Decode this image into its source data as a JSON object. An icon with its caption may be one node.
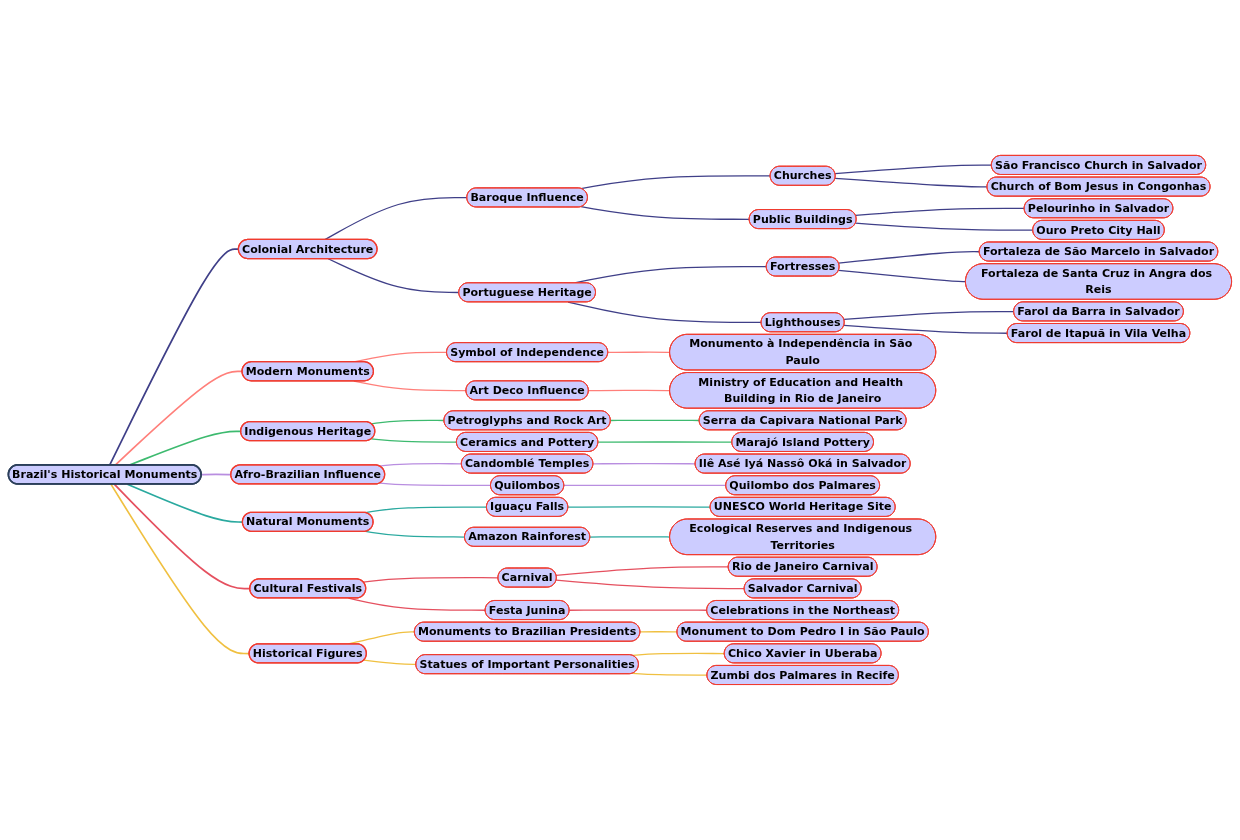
{
  "diagram": {
    "nodes": [
      {
        "text": [
          "Brazil's Historical Monuments"
        ]
      },
      {
        "text": [
          "Colonial Architecture"
        ]
      },
      {
        "text": [
          "Baroque Influence"
        ]
      },
      {
        "text": [
          "Churches"
        ]
      },
      {
        "text": [
          "São Francisco Church in Salvador"
        ]
      },
      {
        "text": [
          "Church of Bom Jesus in Congonhas"
        ]
      },
      {
        "text": [
          "Public Buildings"
        ]
      },
      {
        "text": [
          "Pelourinho in Salvador"
        ]
      },
      {
        "text": [
          "Ouro Preto City Hall"
        ]
      },
      {
        "text": [
          "Portuguese Heritage"
        ]
      },
      {
        "text": [
          "Fortresses"
        ]
      },
      {
        "text": [
          "Fortaleza de São Marcelo in Salvador"
        ]
      },
      {
        "text": [
          "Fortaleza de Santa Cruz in Angra dos Reis"
        ]
      },
      {
        "text": [
          "Lighthouses"
        ]
      },
      {
        "text": [
          "Farol da Barra in Salvador"
        ]
      },
      {
        "text": [
          "Farol de Itapuã in Vila Velha"
        ]
      },
      {
        "text": [
          "Modern Monuments"
        ]
      },
      {
        "text": [
          "Symbol of Independence"
        ]
      },
      {
        "text": [
          "Monumento à Independência in São Paulo"
        ]
      },
      {
        "text": [
          "Art Deco Influence"
        ]
      },
      {
        "text": [
          "Ministry of Education and Health Building in Rio de Janeiro"
        ]
      },
      {
        "text": [
          "Indigenous Heritage"
        ]
      },
      {
        "text": [
          "Petroglyphs and Rock Art"
        ]
      },
      {
        "text": [
          "Serra da Capivara National Park"
        ]
      },
      {
        "text": [
          "Ceramics and Pottery"
        ]
      },
      {
        "text": [
          "Marajó Island Pottery"
        ]
      },
      {
        "text": [
          "Afro-Brazilian Influence"
        ]
      },
      {
        "text": [
          "Candomblé Temples"
        ]
      },
      {
        "text": [
          "Ilê Asé Iyá Nassô Oká in Salvador"
        ]
      },
      {
        "text": [
          "Quilombos"
        ]
      },
      {
        "text": [
          "Quilombo dos Palmares"
        ]
      },
      {
        "text": [
          "Natural Monuments"
        ]
      },
      {
        "text": [
          "Iguaçu Falls"
        ]
      },
      {
        "text": [
          "UNESCO World Heritage Site"
        ]
      },
      {
        "text": [
          "Amazon Rainforest"
        ]
      },
      {
        "text": [
          "Ecological Reserves and Indigenous Territories"
        ]
      },
      {
        "text": [
          "Cultural Festivals"
        ]
      },
      {
        "text": [
          "Carnival"
        ]
      },
      {
        "text": [
          "Rio de Janeiro Carnival"
        ]
      },
      {
        "text": [
          "Salvador Carnival"
        ]
      },
      {
        "text": [
          "Festa Junina"
        ]
      },
      {
        "text": [
          "Celebrations in the Northeast"
        ]
      },
      {
        "text": [
          "Historical Figures"
        ]
      },
      {
        "text": [
          "Monuments to Brazilian Presidents"
        ]
      },
      {
        "text": [
          "Monument to Dom Pedro I in São Paulo"
        ]
      },
      {
        "text": [
          "Statues of Important Personalities"
        ]
      },
      {
        "text": [
          "Chico Xavier in Uberaba"
        ]
      },
      {
        "text": [
          "Zumbi dos Palmares in Recife"
        ]
      }
    ],
    "edges": [
      {
        "from": 0,
        "to": 1,
        "arrow": "none",
        "color": "#3f3f88"
      },
      {
        "from": 1,
        "to": 2,
        "arrow": "none",
        "color": "#3f3f88"
      },
      {
        "from": 2,
        "to": 3,
        "arrow": "none",
        "color": "#3f3f88"
      },
      {
        "from": 3,
        "to": 4,
        "arrow": "none",
        "color": "#3f3f88"
      },
      {
        "from": 3,
        "to": 5,
        "arrow": "none",
        "color": "#3f3f88"
      },
      {
        "from": 2,
        "to": 6,
        "arrow": "none",
        "color": "#3f3f88"
      },
      {
        "from": 6,
        "to": 7,
        "arrow": "none",
        "color": "#3f3f88"
      },
      {
        "from": 6,
        "to": 8,
        "arrow": "none",
        "color": "#3f3f88"
      },
      {
        "from": 1,
        "to": 9,
        "arrow": "none",
        "color": "#3f3f88"
      },
      {
        "from": 9,
        "to": 10,
        "arrow": "none",
        "color": "#3f3f88"
      },
      {
        "from": 10,
        "to": 11,
        "arrow": "none",
        "color": "#3f3f88"
      },
      {
        "from": 10,
        "to": 12,
        "arrow": "none",
        "color": "#3f3f88"
      },
      {
        "from": 9,
        "to": 13,
        "arrow": "none",
        "color": "#3f3f88"
      },
      {
        "from": 13,
        "to": 14,
        "arrow": "none",
        "color": "#3f3f88"
      },
      {
        "from": 13,
        "to": 15,
        "arrow": "none",
        "color": "#3f3f88"
      },
      {
        "from": 0,
        "to": 16,
        "arrow": "none",
        "color": "#ff7f7a"
      },
      {
        "from": 16,
        "to": 17,
        "arrow": "none",
        "color": "#ff7f7a"
      },
      {
        "from": 17,
        "to": 18,
        "arrow": "none",
        "color": "#ff7f7a"
      },
      {
        "from": 16,
        "to": 19,
        "arrow": "none",
        "color": "#ff7f7a"
      },
      {
        "from": 19,
        "to": 20,
        "arrow": "none",
        "color": "#ff7f7a"
      },
      {
        "from": 0,
        "to": 21,
        "arrow": "none",
        "color": "#3dba6f"
      },
      {
        "from": 21,
        "to": 22,
        "arrow": "none",
        "color": "#3dba6f"
      },
      {
        "from": 22,
        "to": 23,
        "arrow": "none",
        "color": "#3dba6f"
      },
      {
        "from": 21,
        "to": 24,
        "arrow": "none",
        "color": "#3dba6f"
      },
      {
        "from": 24,
        "to": 25,
        "arrow": "none",
        "color": "#3dba6f"
      },
      {
        "from": 0,
        "to": 26,
        "arrow": "none",
        "color": "#b98ee0"
      },
      {
        "from": 26,
        "to": 27,
        "arrow": "none",
        "color": "#b98ee0"
      },
      {
        "from": 27,
        "to": 28,
        "arrow": "none",
        "color": "#b98ee0"
      },
      {
        "from": 26,
        "to": 29,
        "arrow": "none",
        "color": "#b98ee0"
      },
      {
        "from": 29,
        "to": 30,
        "arrow": "none",
        "color": "#b98ee0"
      },
      {
        "from": 0,
        "to": 31,
        "arrow": "none",
        "color": "#2aa99f"
      },
      {
        "from": 31,
        "to": 32,
        "arrow": "none",
        "color": "#2aa99f"
      },
      {
        "from": 32,
        "to": 33,
        "arrow": "none",
        "color": "#2aa99f"
      },
      {
        "from": 31,
        "to": 34,
        "arrow": "none",
        "color": "#2aa99f"
      },
      {
        "from": 34,
        "to": 35,
        "arrow": "none",
        "color": "#2aa99f"
      },
      {
        "from": 0,
        "to": 36,
        "arrow": "none",
        "color": "#e5505f"
      },
      {
        "from": 36,
        "to": 37,
        "arrow": "none",
        "color": "#e5505f"
      },
      {
        "from": 37,
        "to": 38,
        "arrow": "none",
        "color": "#e5505f"
      },
      {
        "from": 37,
        "to": 39,
        "arrow": "none",
        "color": "#e5505f"
      },
      {
        "from": 36,
        "to": 40,
        "arrow": "none",
        "color": "#e5505f"
      },
      {
        "from": 40,
        "to": 41,
        "arrow": "none",
        "color": "#e5505f"
      },
      {
        "from": 0,
        "to": 42,
        "arrow": "none",
        "color": "#f0c040"
      },
      {
        "from": 42,
        "to": 43,
        "arrow": "none",
        "color": "#f0c040"
      },
      {
        "from": 43,
        "to": 44,
        "arrow": "none",
        "color": "#f0c040"
      },
      {
        "from": 42,
        "to": 45,
        "arrow": "none",
        "color": "#f0c040"
      },
      {
        "from": 45,
        "to": 46,
        "arrow": "none",
        "color": "#f0c040"
      },
      {
        "from": 45,
        "to": 47,
        "arrow": "none",
        "color": "#f0c040"
      }
    ]
  }
}
